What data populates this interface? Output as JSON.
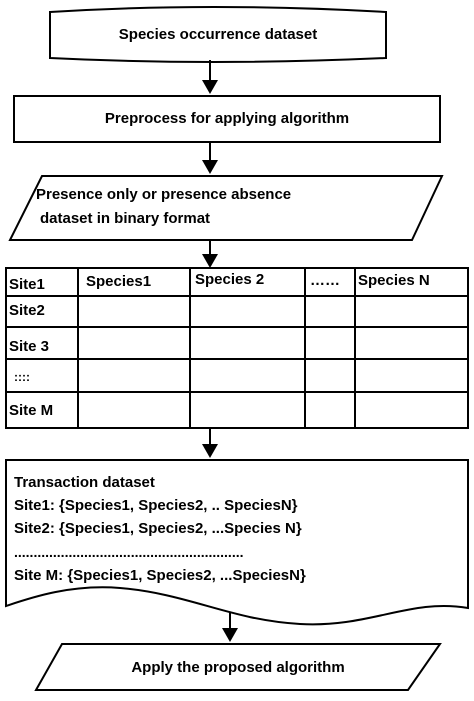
{
  "nodes": {
    "dataset": "Species occurrence dataset",
    "preprocess": "Preprocess for applying algorithm",
    "binary_line1": "Presence only or presence absence",
    "binary_line2": "dataset in binary format",
    "apply": "Apply the proposed algorithm"
  },
  "matrix": {
    "columns": [
      "Species1",
      "Species 2",
      "……",
      "Species N"
    ],
    "rows": [
      "Site1",
      "Site2",
      "Site 3",
      "::::",
      "Site M"
    ]
  },
  "transaction": {
    "title": "Transaction dataset",
    "lines": [
      "Site1: {Species1, Species2,  .. SpeciesN}",
      "Site2: {Species1, Species2, ...Species N}",
      "...........................................................",
      "Site M: {Species1, Species2, ...SpeciesN}"
    ]
  }
}
